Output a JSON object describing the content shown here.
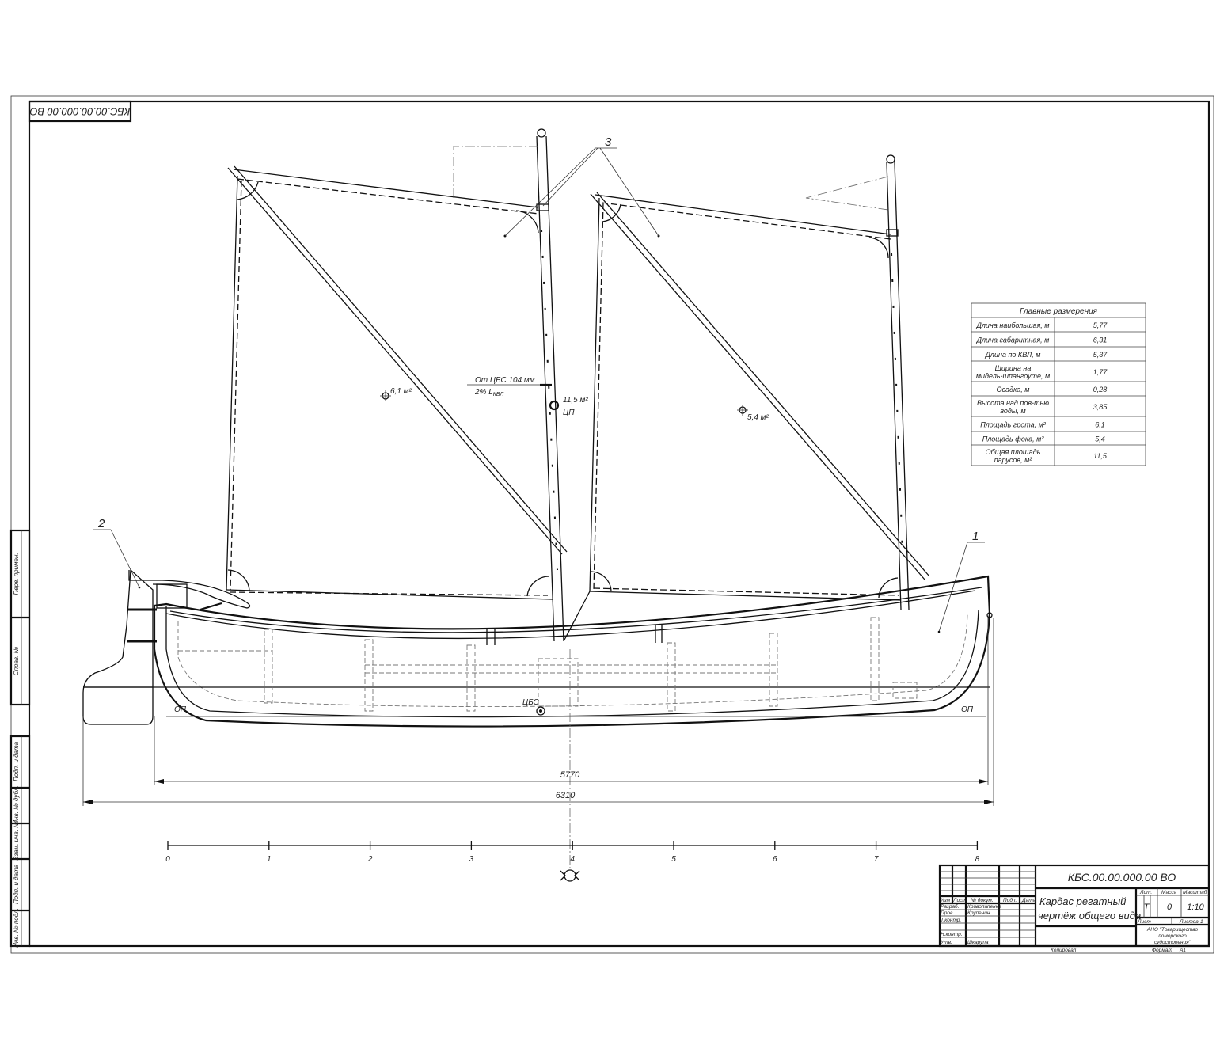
{
  "doc_code_stamp": "КБС.00.00.000.00 ВО",
  "callouts": {
    "hull": "1",
    "rudder": "2",
    "sails": "3"
  },
  "sail_areas": {
    "main": "6,1 м²",
    "fore": "5,4 м²",
    "total": "11,5 м²",
    "cp_label": "ЦП"
  },
  "cbs_note": {
    "line1": "От ЦБС 104 мм",
    "line2": "2% L",
    "line2_sub": "КВЛ"
  },
  "cbs_label": "ЦБС",
  "baseline_label": "ОП",
  "dimensions": {
    "overall_length": "5770",
    "gabarit_length": "6310"
  },
  "scale_bar": {
    "ticks": [
      "0",
      "1",
      "2",
      "3",
      "4",
      "5",
      "6",
      "7",
      "8"
    ]
  },
  "main_dimensions_table": {
    "title": "Главные размерения",
    "rows": [
      {
        "label": [
          "Длина наибольшая, м"
        ],
        "value": "5,77"
      },
      {
        "label": [
          "Длина габаритная, м"
        ],
        "value": "6,31"
      },
      {
        "label": [
          "Длина по КВЛ, м"
        ],
        "value": "5,37"
      },
      {
        "label": [
          "Ширина на",
          "мидель-шпангоуте, м"
        ],
        "value": "1,77"
      },
      {
        "label": [
          "Осадка, м"
        ],
        "value": "0,28"
      },
      {
        "label": [
          "Высота над пов-тью",
          "воды, м"
        ],
        "value": "3,85"
      },
      {
        "label": [
          "Площадь грота, м²"
        ],
        "value": "6,1"
      },
      {
        "label": [
          "Площадь фока, м²"
        ],
        "value": "5,4"
      },
      {
        "label": [
          "Общая площадь",
          "парусов, м²"
        ],
        "value": "11,5"
      }
    ]
  },
  "title_block": {
    "doc_code": "КБС.00.00.000.00 ВО",
    "name_line1": "Кардас регатный",
    "name_line2": "чертёж общего вида",
    "headers": {
      "izm": "Изм",
      "list": "Лист",
      "doc_no": "№ докум.",
      "sign": "Подп.",
      "date": "Дата"
    },
    "roles": {
      "developer": "Разраб.",
      "checker": "Пров.",
      "tech_control": "Т.контр.",
      "norm_control": "Н.контр.",
      "approved": "Утв."
    },
    "people": {
      "developer": "Криволапенко",
      "checker": "Крупенин",
      "approved": "Шкарупа"
    },
    "lit_label": "Лит.",
    "mass_label": "Масса",
    "scale_label": "Масштаб",
    "lit": "Т",
    "mass": "0",
    "scale": "1:10",
    "sheet_label": "Лист",
    "sheets_label": "Листов",
    "sheets": "1",
    "org": [
      "АНО \"Товарищество",
      "поморского",
      "судостроения\""
    ],
    "copied": "Копировал",
    "format_label": "Формат",
    "format": "A1"
  },
  "side_stamp": [
    "Перв. примен.",
    "Справ. №",
    "Подп. и дата",
    "Инв. № дубл.",
    "Взам. инв. №",
    "Подп. и дата",
    "Инв. № подл."
  ]
}
